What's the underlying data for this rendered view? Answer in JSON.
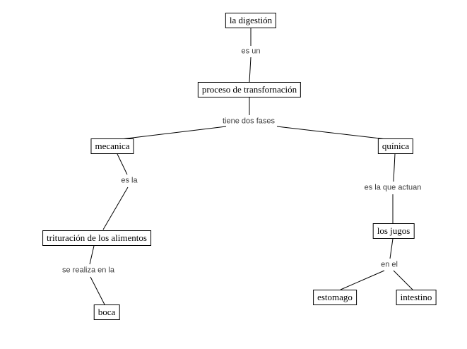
{
  "diagram": {
    "nodes": {
      "digestion": "la digestión",
      "proceso": "proceso de transfornación",
      "mecanica": "mecanica",
      "quimica": "quínica",
      "trituracion": "trituración de los alimentos",
      "boca": "boca",
      "jugos": "los jugos",
      "estomago": "estomago",
      "intestino": "intestino"
    },
    "link_labels": {
      "es_un": "es un",
      "tiene_dos_fases": "tiene dos fases",
      "es_la": "es la",
      "se_realiza_en_la": "se realiza en la",
      "es_la_que_actuan": "es la que actuan",
      "en_el": "en el"
    }
  }
}
